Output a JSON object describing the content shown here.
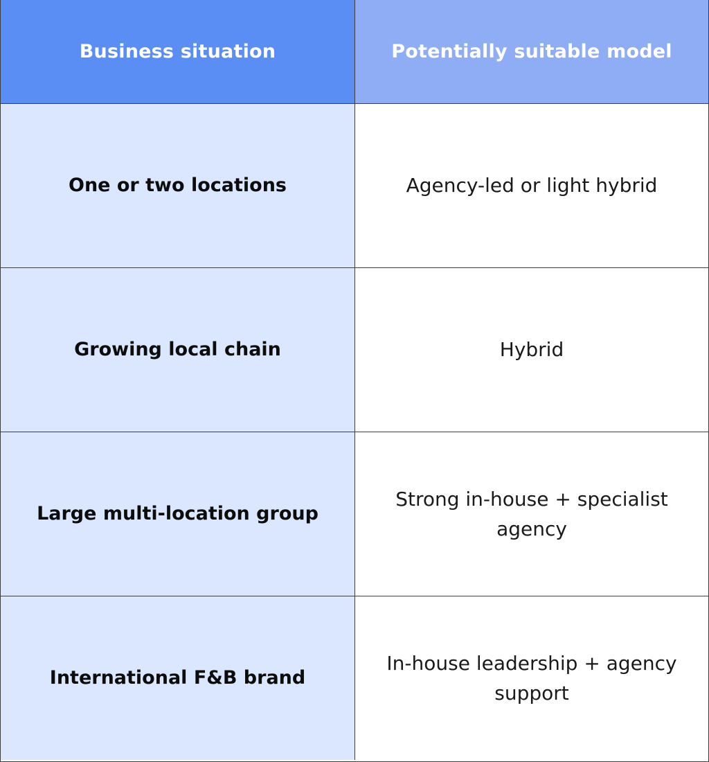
{
  "table": {
    "headers": [
      "Business situation",
      "Potentially suitable model"
    ],
    "rows": [
      {
        "situation": "One or two locations",
        "model": "Agency-led or light hybrid"
      },
      {
        "situation": "Growing local chain",
        "model": "Hybrid"
      },
      {
        "situation": "Large multi-location group",
        "model": "Strong in-house + specialist agency"
      },
      {
        "situation": "International F&B brand",
        "model": "In-house leadership + agency support"
      }
    ]
  },
  "colors": {
    "header_left": "#5b8ef5",
    "header_right": "#8eadf5",
    "situation_bg": "#dbe7fe",
    "model_bg": "#ffffff",
    "border": "#3d3d3d"
  }
}
